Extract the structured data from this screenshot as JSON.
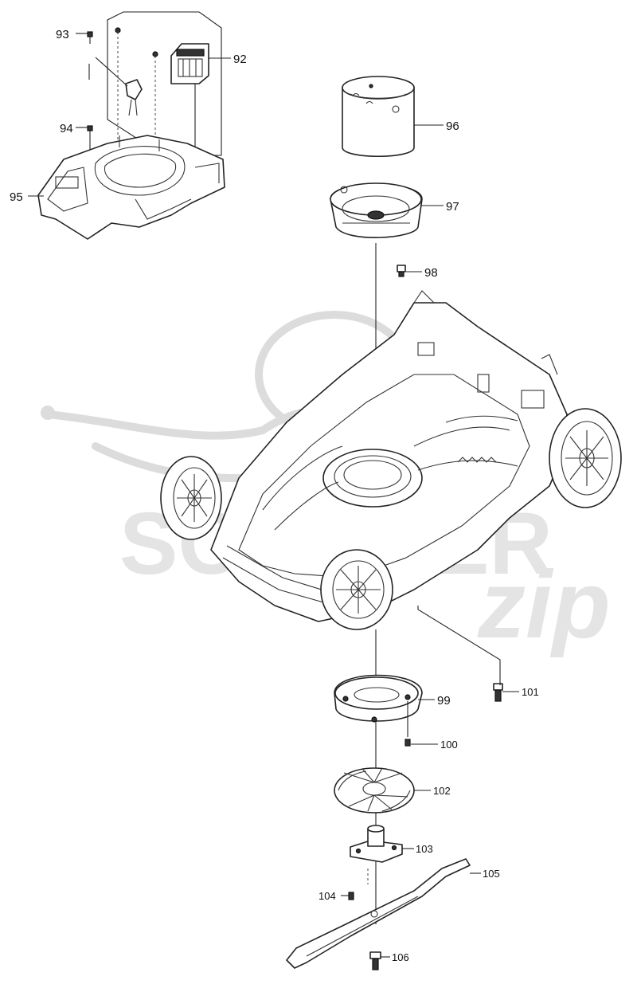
{
  "watermark": {
    "brand": "SCOOTER",
    "script": "zip",
    "color": "#d9d9d9"
  },
  "callouts": {
    "p92": "92",
    "p93": "93",
    "p94": "94",
    "p95": "95",
    "p96": "96",
    "p97": "97",
    "p98": "98",
    "p99": "99",
    "p100": "100",
    "p101": "101",
    "p102": "102",
    "p103": "103",
    "p104": "104",
    "p105": "105",
    "p106": "106"
  },
  "colors": {
    "line": "#222222",
    "background": "#ffffff"
  }
}
